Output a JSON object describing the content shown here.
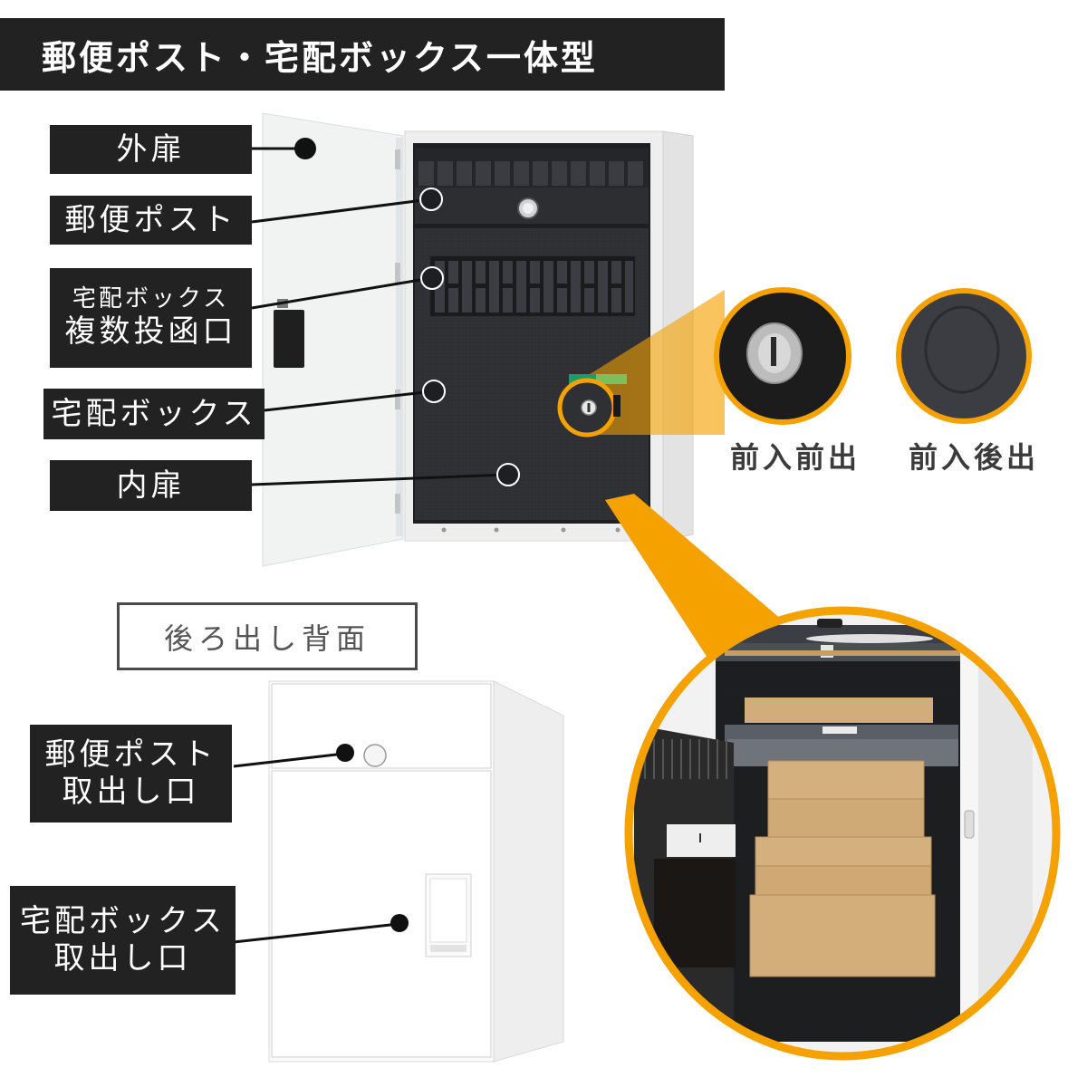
{
  "title": "郵便ポスト・宅配ボックス一体型",
  "front_view": {
    "labels": {
      "outer_door": "外扉",
      "mail_post": "郵便ポスト",
      "multi_slot_line1": "宅配ボックス",
      "multi_slot_line2": "複数投函口",
      "delivery_box": "宅配ボックス",
      "inner_door": "内扉"
    }
  },
  "lock_variants": [
    {
      "caption": "前入前出",
      "icon": "key-cylinder-lock-icon"
    },
    {
      "caption": "前入後出",
      "icon": "blank-lock-cover-icon"
    }
  ],
  "rear_view": {
    "heading": "後ろ出し背面",
    "labels": {
      "mail_outlet_line1": "郵便ポスト",
      "mail_outlet_line2": "取出し口",
      "box_outlet_line1": "宅配ボックス",
      "box_outlet_line2": "取出し口"
    }
  },
  "colors": {
    "label_bg": "#222222",
    "accent_orange": "#f5a100",
    "cabinet_dark": "#2e3034",
    "cabinet_white": "#f2f2f2",
    "cardboard": "#d2ad7c"
  }
}
